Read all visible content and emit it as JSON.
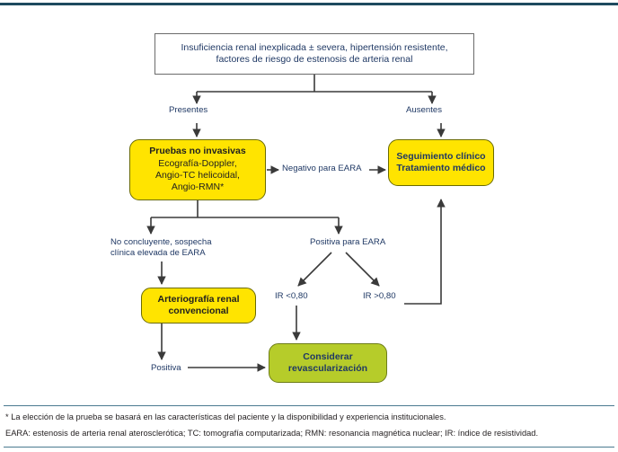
{
  "diagram": {
    "title_box": {
      "line1": "Insuficiencia renal inexplicada ± severa, hipertensión resistente,",
      "line2": "factores de riesgo de estenosis de arteria renal"
    },
    "nodes": {
      "tests": {
        "heading": "Pruebas no invasivas",
        "line1": "Ecografía-Doppler,",
        "line2": "Angio-TC helicoidal,",
        "line3": "Angio-RMN*"
      },
      "followup": {
        "line1": "Seguimiento clínico",
        "line2": "Tratamiento médico"
      },
      "arteriography": {
        "line1": "Arteriografía renal",
        "line2": "convencional"
      },
      "revascularization": {
        "line1": "Considerar",
        "line2": "revascularización"
      }
    },
    "edge_labels": {
      "presentes": "Presentes",
      "ausentes": "Ausentes",
      "negativo_eara": "Negativo para EARA",
      "no_concluyente_l1": "No concluyente, sospecha",
      "no_concluyente_l2": "clínica elevada de EARA",
      "positiva_eara": "Positiva para EARA",
      "ir_low": "IR <0,80",
      "ir_high": "IR >0,80",
      "positiva": "Positiva"
    },
    "footnotes": {
      "line1": "* La elección de la prueba se basará en las características del paciente y la disponibilidad y experiencia institucionales.",
      "line2": "EARA: estenosis de arteria renal aterosclerótica; TC: tomografía computarizada; RMN: resonancia magnética nuclear; IR: índice de resistividad."
    },
    "colors": {
      "yellow_node": "#ffe400",
      "green_node": "#b6cc2a",
      "label_text": "#1f3864",
      "rule": "#1e4a5f",
      "connector": "#3a3a3a"
    }
  }
}
